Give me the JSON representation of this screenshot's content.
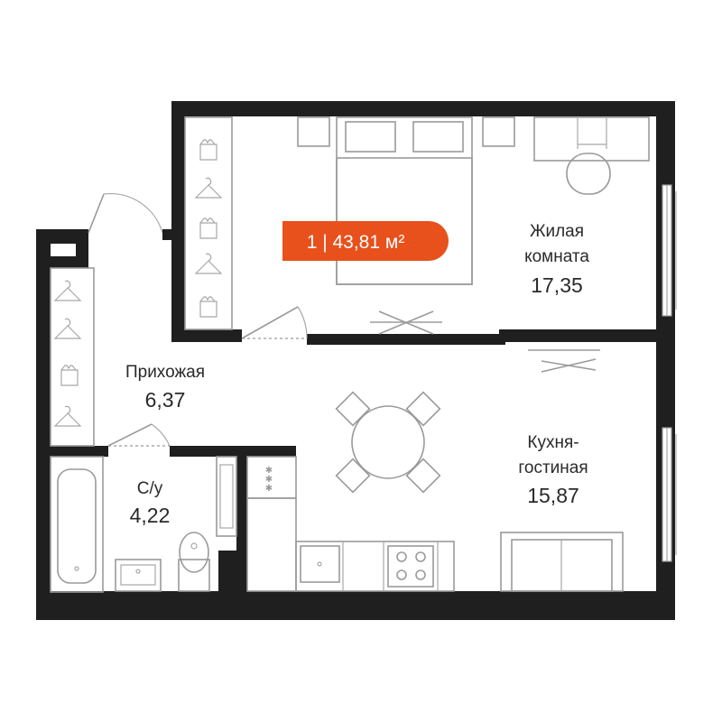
{
  "badge": {
    "text": "1 | 43,81 м²",
    "color": "#e8501c"
  },
  "rooms": {
    "living": {
      "name_line1": "Жилая",
      "name_line2": "комната",
      "area": "17,35"
    },
    "hall": {
      "name": "Прихожая",
      "area": "6,37"
    },
    "bath": {
      "name": "С/у",
      "area": "4,22"
    },
    "kitchen": {
      "name_line1": "Кухня-",
      "name_line2": "гостиная",
      "area": "15,87"
    }
  },
  "colors": {
    "wall": "#1f1f1f",
    "furniture": "#9a9a9a",
    "background": "#ffffff"
  }
}
